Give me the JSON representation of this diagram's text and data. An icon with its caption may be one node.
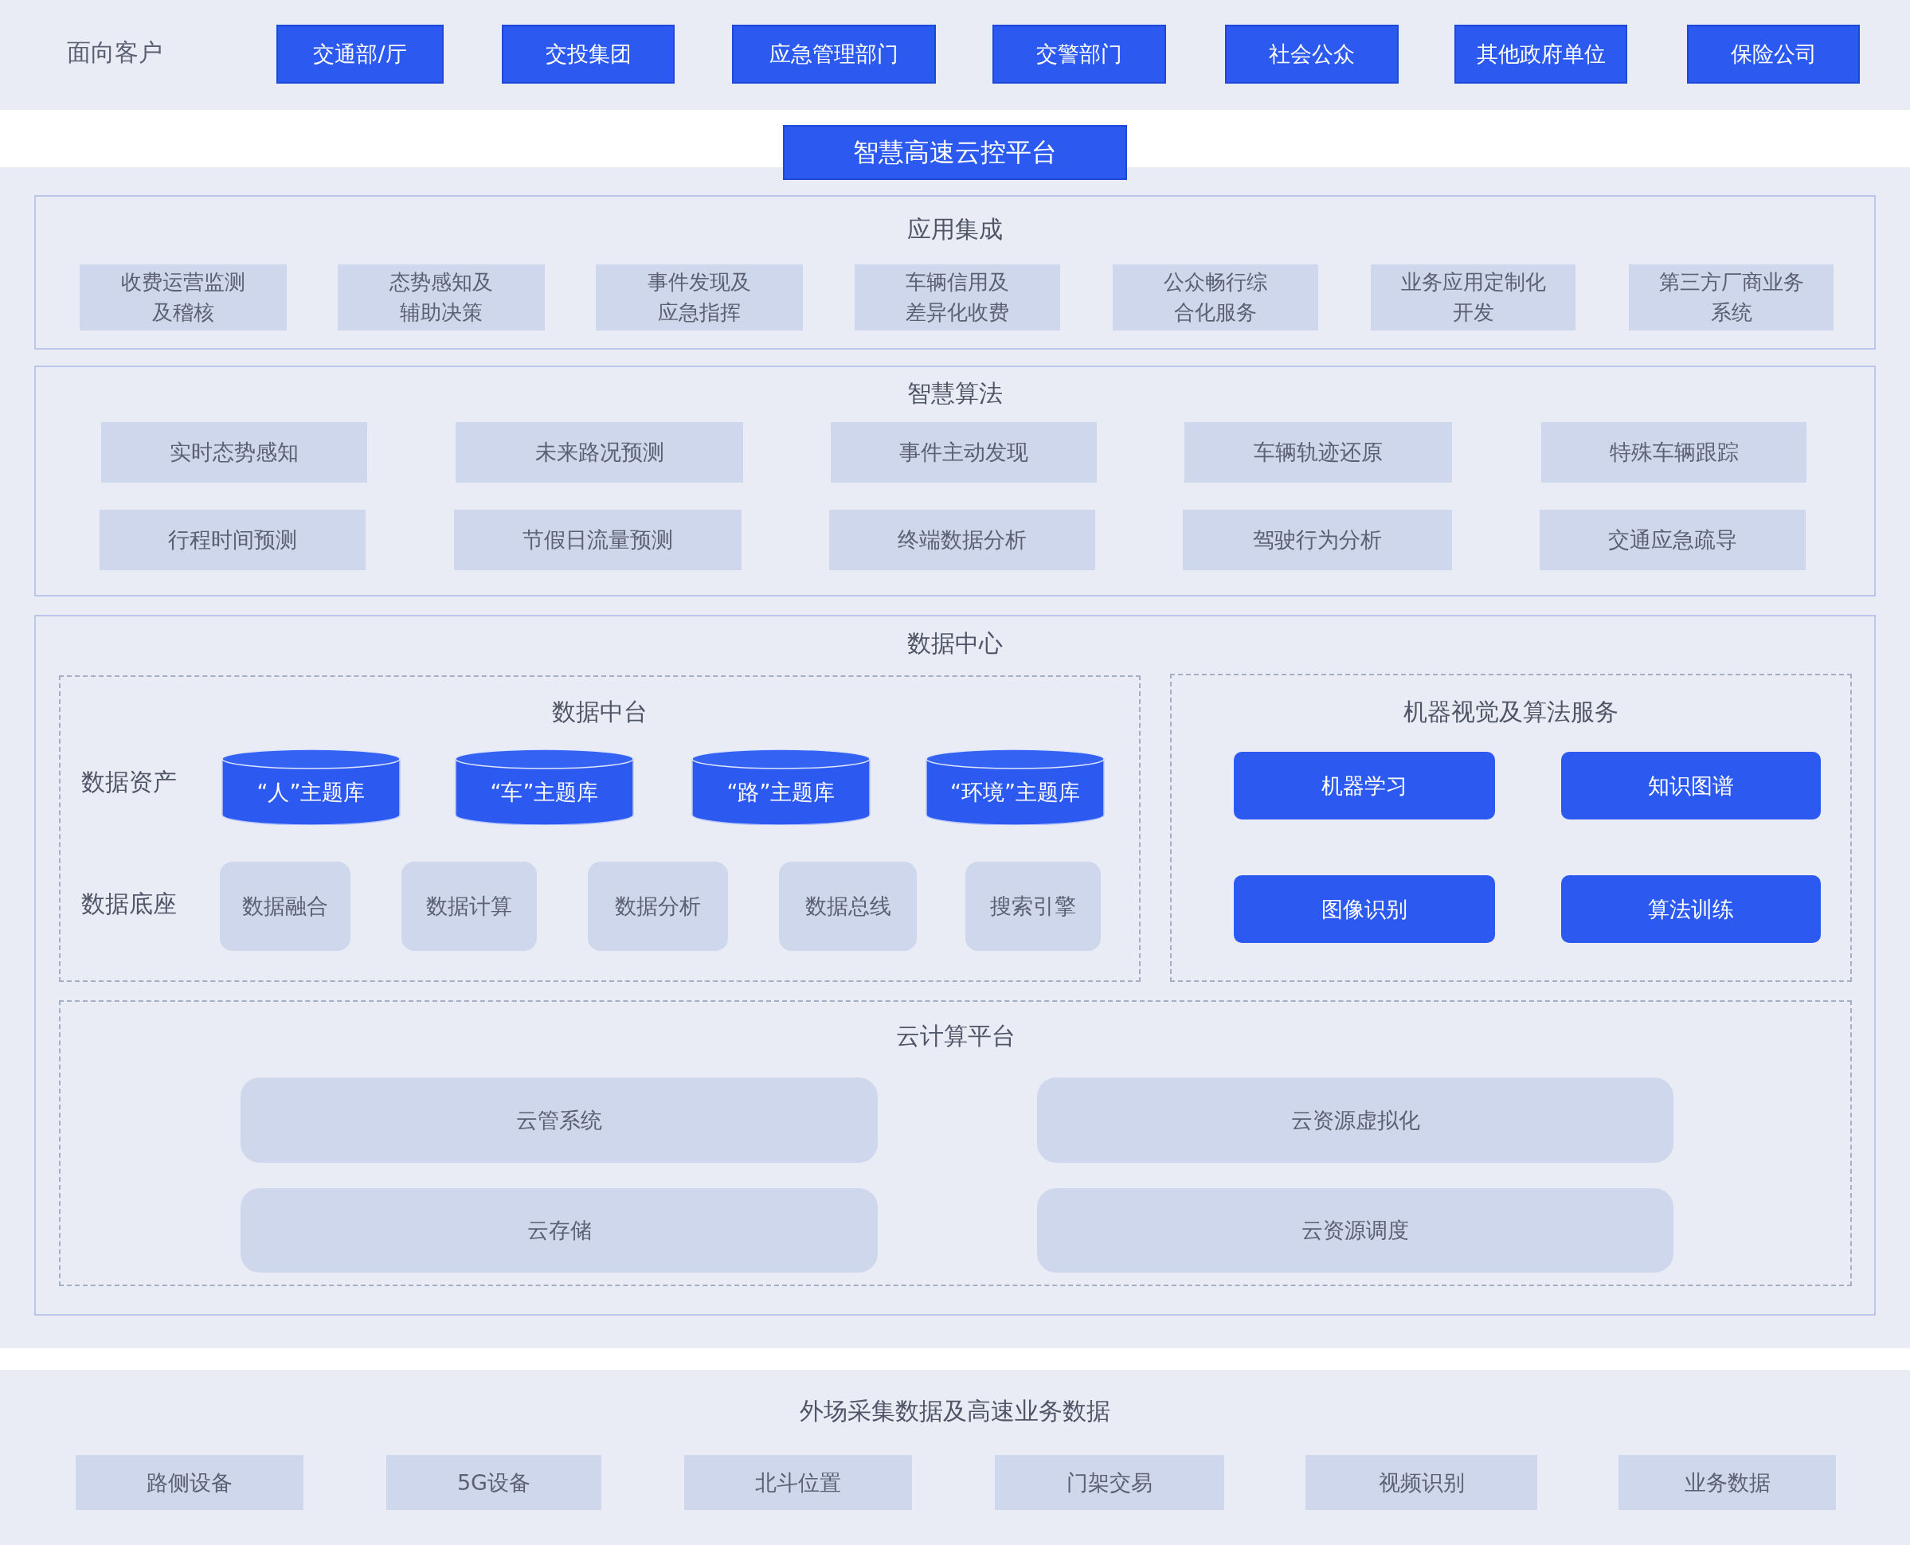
{
  "diagram": {
    "nodes": [
      {
        "text": [
          "面向客户"
        ]
      },
      {
        "text": [
          "交通部/厅"
        ],
        "in": 0
      },
      {
        "text": [
          "交投集团"
        ],
        "in": 0
      },
      {
        "text": [
          "应急管理部门"
        ],
        "in": 0
      },
      {
        "text": [
          "交警部门"
        ],
        "in": 0
      },
      {
        "text": [
          "社会公众"
        ],
        "in": 0
      },
      {
        "text": [
          "其他政府单位"
        ],
        "in": 0
      },
      {
        "text": [
          "保险公司"
        ],
        "in": 0
      },
      {
        "text": [
          "智慧高速云控平台"
        ]
      },
      {
        "text": [
          "应用集成"
        ],
        "in": 8
      },
      {
        "text": [
          "收费运营监测及稽核"
        ],
        "in": 9
      },
      {
        "text": [
          "态势感知及辅助决策"
        ],
        "in": 9
      },
      {
        "text": [
          "事件发现及应急指挥"
        ],
        "in": 9
      },
      {
        "text": [
          "车辆信用及差异化收费"
        ],
        "in": 9
      },
      {
        "text": [
          "公众畅行综合化服务"
        ],
        "in": 9
      },
      {
        "text": [
          "业务应用定制化开发"
        ],
        "in": 9
      },
      {
        "text": [
          "第三方厂商业务系统"
        ],
        "in": 9
      },
      {
        "text": [
          "智慧算法"
        ],
        "in": 8
      },
      {
        "text": [
          "实时态势感知"
        ],
        "in": 17
      },
      {
        "text": [
          "未来路况预测"
        ],
        "in": 17
      },
      {
        "text": [
          "事件主动发现"
        ],
        "in": 17
      },
      {
        "text": [
          "车辆轨迹还原"
        ],
        "in": 17
      },
      {
        "text": [
          "特殊车辆跟踪"
        ],
        "in": 17
      },
      {
        "text": [
          "行程时间预测"
        ],
        "in": 17
      },
      {
        "text": [
          "节假日流量预测"
        ],
        "in": 17
      },
      {
        "text": [
          "终端数据分析"
        ],
        "in": 17
      },
      {
        "text": [
          "驾驶行为分析"
        ],
        "in": 17
      },
      {
        "text": [
          "交通应急疏导"
        ],
        "in": 17
      },
      {
        "text": [
          "数据中心"
        ],
        "in": 8
      },
      {
        "text": [
          "数据中台"
        ],
        "in": 28
      },
      {
        "text": [
          "“人”主题库"
        ],
        "in": 29
      },
      {
        "text": [
          "“车”主题库"
        ],
        "in": 29
      },
      {
        "text": [
          "“路”主题库"
        ],
        "in": 29
      },
      {
        "text": [
          "“环境”主题库"
        ],
        "in": 29
      },
      {
        "text": [
          "数据融合"
        ],
        "in": 29
      },
      {
        "text": [
          "数据计算"
        ],
        "in": 29
      },
      {
        "text": [
          "数据分析"
        ],
        "in": 29
      },
      {
        "text": [
          "数据总线"
        ],
        "in": 29
      },
      {
        "text": [
          "搜索引擎"
        ],
        "in": 29
      },
      {
        "text": [
          "机器视觉及算法服务"
        ],
        "in": 28
      },
      {
        "text": [
          "机器学习"
        ],
        "in": 39
      },
      {
        "text": [
          "知识图谱"
        ],
        "in": 39
      },
      {
        "text": [
          "图像识别"
        ],
        "in": 39
      },
      {
        "text": [
          "算法训练"
        ],
        "in": 39
      },
      {
        "text": [
          "云计算平台"
        ],
        "in": 28
      },
      {
        "text": [
          "云管系统"
        ],
        "in": 44
      },
      {
        "text": [
          "云资源虚拟化"
        ],
        "in": 44
      },
      {
        "text": [
          "云存储"
        ],
        "in": 44
      },
      {
        "text": [
          "云资源调度"
        ],
        "in": 44
      },
      {
        "text": [
          "外场采集数据及高速业务数据"
        ]
      },
      {
        "text": [
          "路侧设备"
        ],
        "in": 49
      },
      {
        "text": [
          "5G设备"
        ],
        "in": 49
      },
      {
        "text": [
          "北斗位置"
        ],
        "in": 49
      },
      {
        "text": [
          "门架交易"
        ],
        "in": 49
      },
      {
        "text": [
          "视频识别"
        ],
        "in": 49
      },
      {
        "text": [
          "业务数据"
        ],
        "in": 49
      }
    ],
    "labels": [
      "数据资产",
      "数据底座"
    ]
  }
}
